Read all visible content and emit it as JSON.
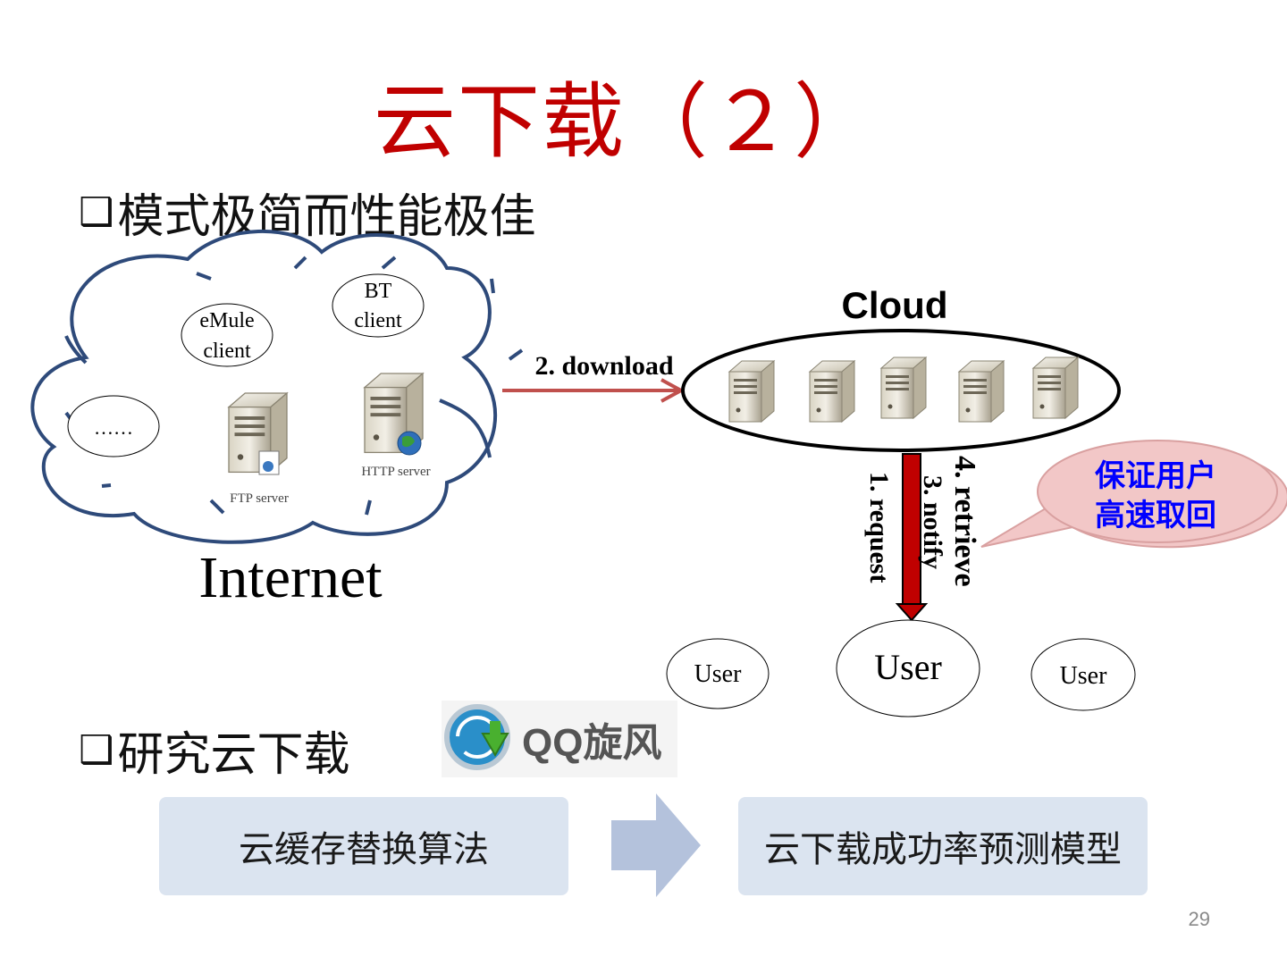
{
  "slide": {
    "title": "云下载（２）",
    "bullet1": "模式极简而性能极佳",
    "bullet2": "研究云下载",
    "bullet_marker": "❑",
    "page_number": "29"
  },
  "diagram": {
    "internet_label": "Internet",
    "nodes": {
      "bt_line1": "BT",
      "bt_line2": "client",
      "emule_line1": "eMule",
      "emule_line2": "client",
      "ellipsis": "……",
      "ftp_server": "FTP server",
      "http_server": "HTTP server"
    },
    "cloud_label": "Cloud",
    "download_label": "2. download",
    "request_label": "1. request",
    "notify_label": "3. notify",
    "retrieve_label": "4. retrieve",
    "callout_line1": "保证用户",
    "callout_line2": "高速取回",
    "user_left": "User",
    "user_center": "User",
    "user_right": "User"
  },
  "logo": {
    "text": "QQ旋风"
  },
  "flow": {
    "box1": "云缓存替换算法",
    "box2": "云下载成功率预测模型"
  },
  "colors": {
    "title": "#c00000",
    "cloud_outline": "#2e4a7a",
    "download_arrow": "#c0504d",
    "vertical_arrow": "#c00000",
    "callout_fill": "#f2c7c7",
    "callout_text": "#0000ff",
    "flow_box": "#dbe4f0",
    "flow_arrow": "#b4c2dc"
  },
  "icons": [
    "server-icon",
    "globe-icon",
    "qq-whirlwind-icon",
    "arrow-right-icon"
  ]
}
